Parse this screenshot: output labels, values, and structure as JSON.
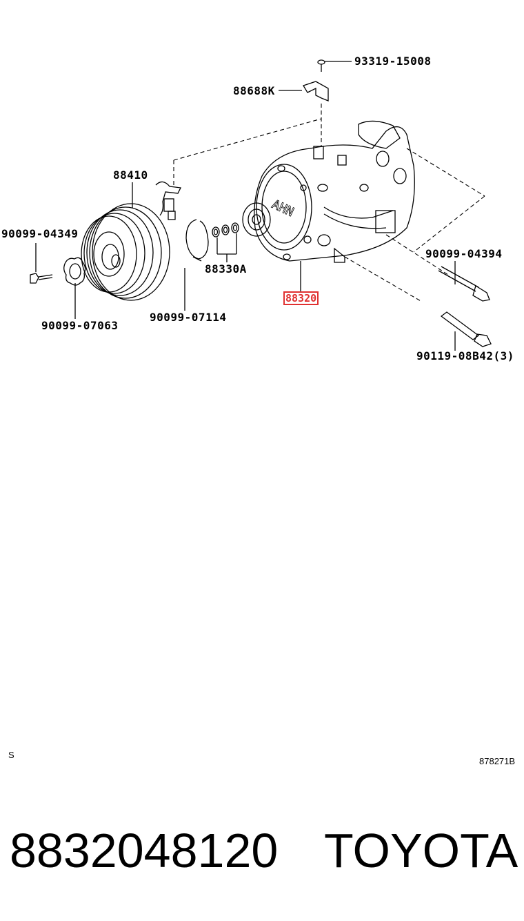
{
  "diagram": {
    "labels": {
      "p93319": "93319-15008",
      "p88688": "88688K",
      "p88410": "88410",
      "p90099_04349": "90099-04349",
      "p88330a": "88330A",
      "p90099_07114": "90099-07114",
      "p90099_07063": "90099-07063",
      "p88320": "88320",
      "p90099_04394": "90099-04394",
      "p90119": "90119-08B42(3)"
    },
    "highlight_color": "#e03030"
  },
  "corner": {
    "left": "S",
    "right": "878271B"
  },
  "footer": {
    "part_number": "8832048120",
    "brand": "TOYOTA"
  }
}
